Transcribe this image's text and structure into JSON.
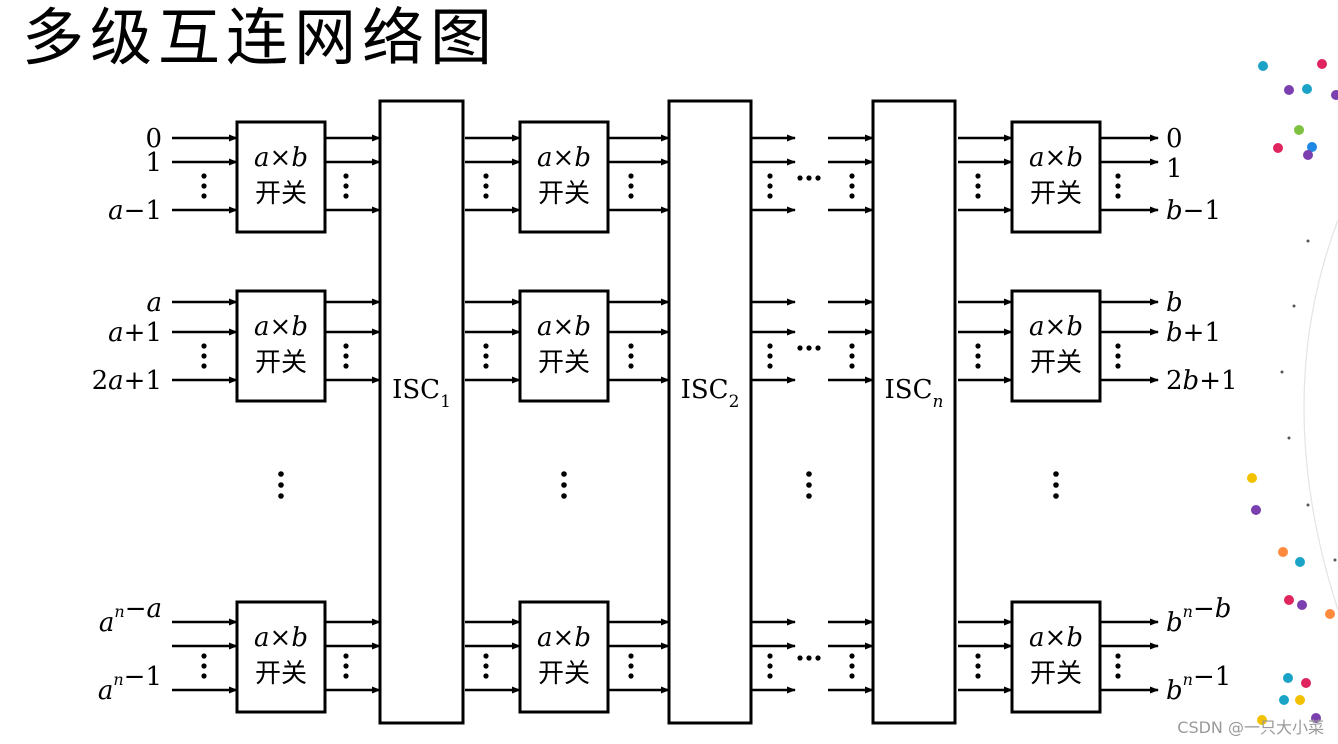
{
  "title": "多级互连网络图",
  "switch_label": {
    "line1_a": "a",
    "line1_x": "×",
    "line1_b": "b",
    "line2": "开关"
  },
  "isc_labels": [
    {
      "base": "ISC",
      "sub": "1"
    },
    {
      "base": "ISC",
      "sub": "2"
    },
    {
      "base": "ISC",
      "sub": "n"
    }
  ],
  "row_groups": [
    {
      "inputs": [
        {
          "t": "0"
        },
        {
          "t": "1"
        },
        {
          "t": "a",
          "i": true,
          "s": "−1"
        }
      ],
      "outputs": [
        {
          "t": "0"
        },
        {
          "t": "1"
        },
        {
          "t": "b",
          "i": true,
          "s": "−1"
        }
      ]
    },
    {
      "inputs": [
        {
          "t": "a",
          "i": true
        },
        {
          "t": "a",
          "i": true,
          "s": "+1"
        },
        {
          "p": "2",
          "t": "a",
          "i": true,
          "s": "+1"
        }
      ],
      "outputs": [
        {
          "t": "b",
          "i": true
        },
        {
          "t": "b",
          "i": true,
          "s": "+1"
        },
        {
          "p": "2",
          "t": "b",
          "i": true,
          "s": "+1"
        }
      ]
    },
    {
      "inputs": [
        {
          "t": "a",
          "i": true,
          "sup": "n",
          "s": "−",
          "s2": "a"
        },
        {
          "t": "a",
          "i": true,
          "sup": "n",
          "s": "−1"
        }
      ],
      "outputs": [
        {
          "t": "b",
          "i": true,
          "sup": "n",
          "s": "−",
          "s2": "b"
        },
        {
          "t": "b",
          "i": true,
          "sup": "n",
          "s": "−1"
        }
      ]
    }
  ],
  "ellipsis": "…",
  "watermark": "CSDN @一只大小菜",
  "decor_colors": [
    "#1aa3c6",
    "#7b3fb0",
    "#e0245e",
    "#7fc241",
    "#ff8a3d",
    "#f2c200",
    "#1e88e5"
  ]
}
